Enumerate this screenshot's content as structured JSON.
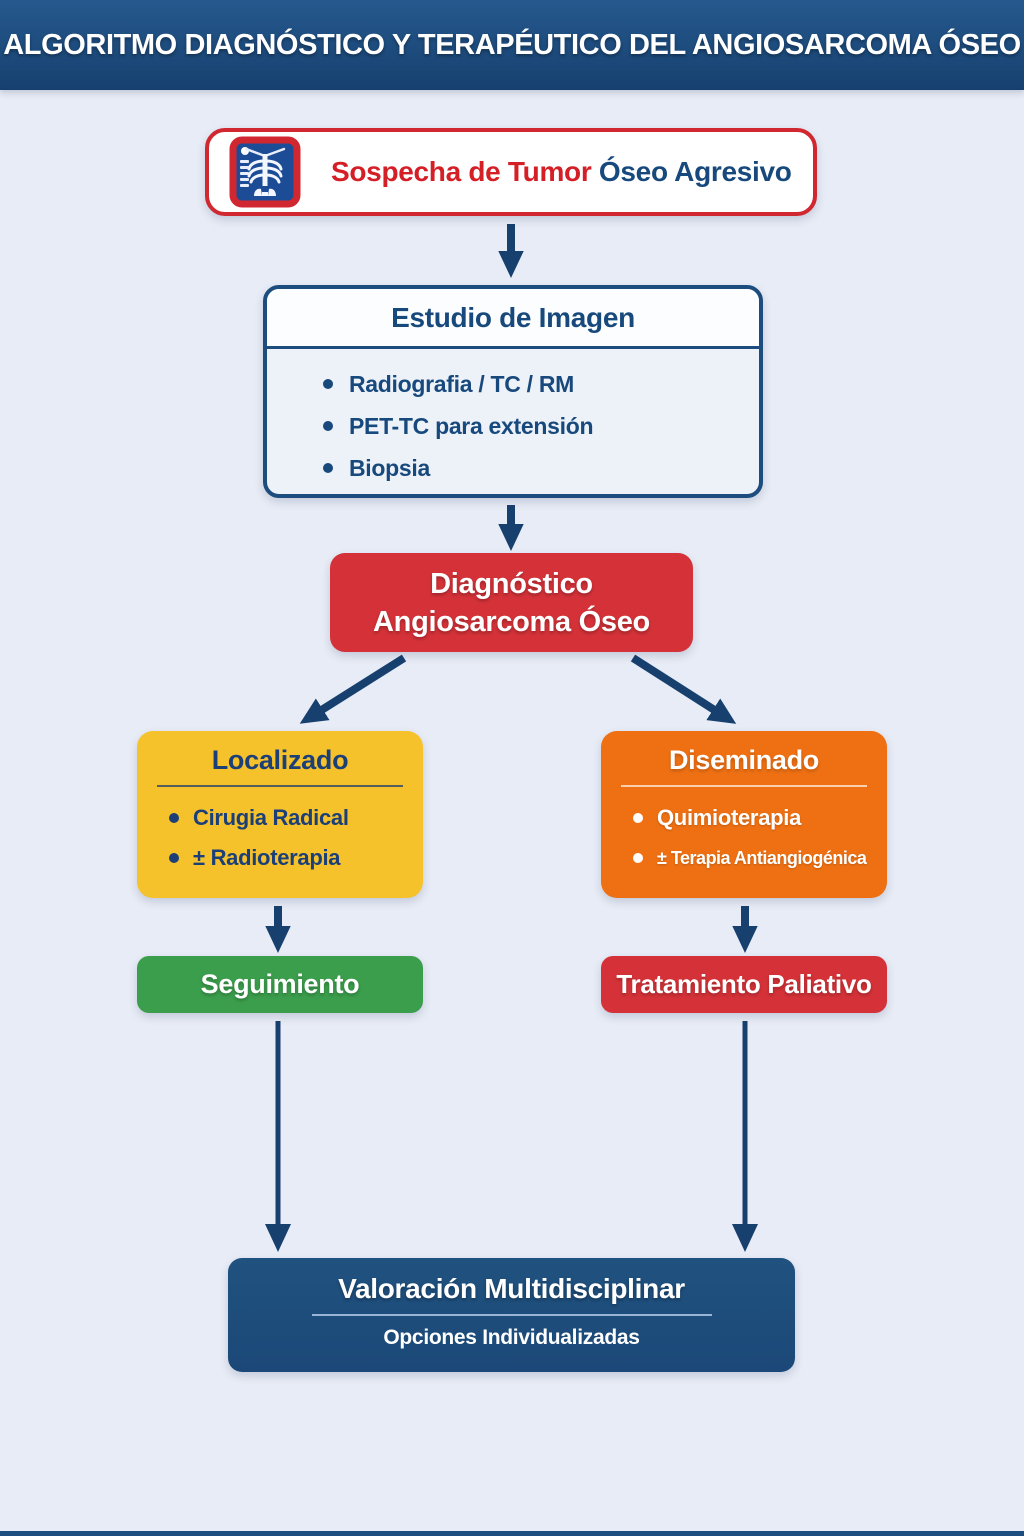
{
  "colors": {
    "page_bg": "#e8ecf6",
    "header_top": "#26598e",
    "header_bottom": "#16406f",
    "navy": "#17406f",
    "navy_text": "#17497d",
    "arrow": "#17406f",
    "red": "#d43238",
    "red_bright": "#d02730",
    "yellow": "#f6c22b",
    "orange": "#ee7013",
    "green": "#3b9e4c",
    "deep_blue": "#1d4c7e"
  },
  "header": {
    "title": "ALGORITMO DIAGNÓSTICO Y TERAPÉUTICO DEL ANGIOSARCOMA ÓSEO"
  },
  "flow": {
    "suspicion": {
      "icon": "xray-icon",
      "text_red": "Sospecha de Tumor",
      "text_blue": " Óseo Agresivo"
    },
    "imaging": {
      "title": "Estudio de Imagen",
      "bullets": [
        "Radiografia / TC / RM",
        "PET-TC para extensión",
        "Biopsia"
      ]
    },
    "diagnosis": {
      "line1": "Diagnóstico",
      "line2": "Angiosarcoma Óseo"
    },
    "localized": {
      "title": "Localizado",
      "bullets": [
        "Cirugia Radical",
        "± Radioterapia"
      ]
    },
    "disseminated": {
      "title": "Diseminado",
      "bullets": [
        "Quimioterapia",
        "± Terapia Antiangiogénica"
      ]
    },
    "followup": {
      "label": "Seguimiento"
    },
    "palliative": {
      "label": "Tratamiento Paliativo"
    },
    "final": {
      "title": "Valoración Multidisciplinar",
      "subtitle": "Opciones Individualizadas"
    }
  }
}
